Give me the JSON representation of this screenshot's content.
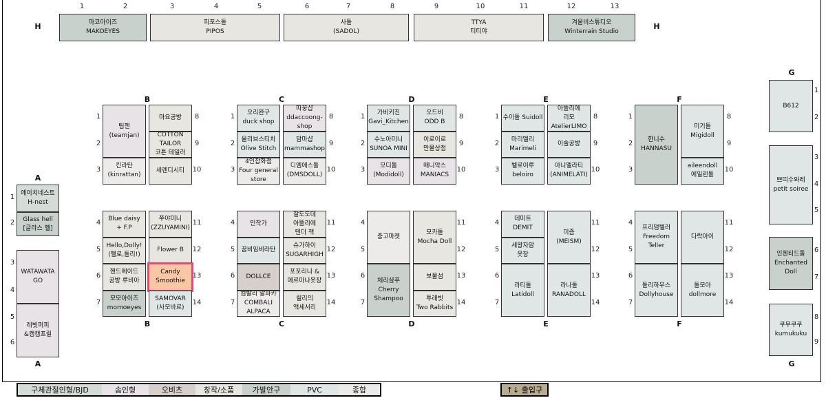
{
  "colors": {
    "bjd": "#d5dcd8",
    "doll": "#e7e3e6",
    "obitsu": "#d6cfcb",
    "creative": "#e8e6e1",
    "part": "#c9d1cc",
    "pvc": "#dfe6e5",
    "general": "#ecebea",
    "entrance": "#b8ac8f",
    "highlight": "#f9c7a3"
  },
  "column_numbers": [
    "1",
    "2",
    "3",
    "4",
    "5",
    "6",
    "7",
    "8",
    "9",
    "10",
    "11",
    "12",
    "13"
  ],
  "top_row": {
    "left_h": "H",
    "right_h": "H",
    "booths": [
      {
        "id": "t1",
        "text": "마코아이즈\nMAKOEYES",
        "cat": "part"
      },
      {
        "id": "t2",
        "text": "피포스돌\nPIPOS",
        "cat": "creative"
      },
      {
        "id": "t3",
        "text": "사돌\n(SADOL)",
        "cat": "creative"
      },
      {
        "id": "t4",
        "text": "TTYA\n티티야",
        "cat": "creative"
      },
      {
        "id": "t5",
        "text": "겨울비스튜디오\nWinterrain Studio",
        "cat": "part"
      }
    ]
  },
  "section_a": {
    "label_top": "A",
    "label_bottom": "A",
    "numbers": [
      "1",
      "2",
      "3",
      "4",
      "5",
      "6"
    ],
    "booths": [
      {
        "id": "a1",
        "text": "에이치네스트\nH-nest",
        "cat": "bjd"
      },
      {
        "id": "a2",
        "text": "Glass hell\n[글라스 헬]",
        "cat": "part"
      },
      {
        "id": "a3",
        "text": "WATAWATA\nGO",
        "cat": "doll"
      },
      {
        "id": "a4",
        "text": "레빗퍼피\n&캠캠프릴",
        "cat": "doll"
      }
    ]
  },
  "section_g": {
    "label_top": "G",
    "label_bottom": "G",
    "numbers": [
      "1",
      "2",
      "3",
      "4",
      "5",
      "6",
      "7",
      "8",
      "9"
    ],
    "booths": [
      {
        "id": "g1",
        "text": "B612",
        "cat": "pvc"
      },
      {
        "id": "g2",
        "text": "쁘띠수와레\npetit soiree",
        "cat": "pvc"
      },
      {
        "id": "g3",
        "text": "인첸티드돌\nEnchanted\nDoll",
        "cat": "part"
      },
      {
        "id": "g4",
        "text": "쿠무쿠쿠\nkumukuku",
        "cat": "pvc"
      }
    ]
  },
  "blocks": [
    {
      "letter": "B",
      "left_top": [
        "1",
        "2",
        "3"
      ],
      "right_top": [
        "8",
        "9",
        "10"
      ],
      "left_bot": [
        "4",
        "5",
        "6",
        "7"
      ],
      "right_bot": [
        "11",
        "12",
        "13",
        "14"
      ],
      "top_left": [
        {
          "text": "팀젠\n(teamjan)",
          "cat": "doll",
          "span": 2
        },
        {
          "text": "킨라탄\n(kinrattan)",
          "cat": "general",
          "span": 1
        }
      ],
      "top_right": [
        {
          "text": "마요공방",
          "cat": "creative",
          "span": 1
        },
        {
          "text": "COTTON\nTAILOR\n코튼 테일러",
          "cat": "creative",
          "span": 1
        },
        {
          "text": "세렌디시티",
          "cat": "creative",
          "span": 1
        }
      ],
      "bot_left": [
        {
          "text": "Blue daisy\n+ F.P",
          "cat": "creative",
          "span": 1
        },
        {
          "text": "Hello,Dolly!\n(헬로,돌리!)",
          "cat": "creative",
          "span": 1
        },
        {
          "text": "핸드메이드\n공방 루비아",
          "cat": "creative",
          "span": 1
        },
        {
          "text": "모모아이즈\nmomoeyes",
          "cat": "part",
          "span": 1
        }
      ],
      "bot_right": [
        {
          "text": "쭈야미니\n(ZZUYAMINI)",
          "cat": "creative",
          "span": 1
        },
        {
          "text": "Flower B",
          "cat": "creative",
          "span": 1
        },
        {
          "text": "Candy\nSmoothie",
          "cat": "highlight",
          "span": 1,
          "hl": true
        },
        {
          "text": "SAMOVAR\n(사모바르)",
          "cat": "pvc",
          "span": 1
        }
      ]
    },
    {
      "letter": "C",
      "left_top": [
        "1",
        "2",
        "3"
      ],
      "right_top": [
        "8",
        "9",
        "10"
      ],
      "left_bot": [
        "4",
        "5",
        "6",
        "7"
      ],
      "right_bot": [
        "11",
        "12",
        "13",
        "14"
      ],
      "top_left": [
        {
          "text": "오리완구\nduck shop",
          "cat": "pvc",
          "span": 1
        },
        {
          "text": "올리브스티치\nOlive Stitch",
          "cat": "pvc",
          "span": 1
        },
        {
          "text": "4인잡화점\nFour general\nstore",
          "cat": "general",
          "span": 1
        }
      ],
      "top_right": [
        {
          "text": "따꿍샵\nddaccoong-\nshop",
          "cat": "doll",
          "span": 1
        },
        {
          "text": "맘마샵\nmammashop",
          "cat": "pvc",
          "span": 1
        },
        {
          "text": "디엠에스돌\n(DMSDOLL)",
          "cat": "general",
          "span": 1
        }
      ],
      "bot_left": [
        {
          "text": "민작가",
          "cat": "doll",
          "span": 1
        },
        {
          "text": "꿈비임비라탄",
          "cat": "pvc",
          "span": 1
        },
        {
          "text": "DOLLCE",
          "cat": "obitsu",
          "span": 1
        },
        {
          "text": "컴발리 알파카\nCOMBALI\nALPACA",
          "cat": "general",
          "span": 1
        }
      ],
      "bot_right": [
        {
          "text": "잘도도데\n아뜰리에\n텐더 잭",
          "cat": "creative",
          "span": 1
        },
        {
          "text": "슈가하이\nSUGARHIGH",
          "cat": "creative",
          "span": 1
        },
        {
          "text": "포포리나 &\n에르마나옷장",
          "cat": "creative",
          "span": 1
        },
        {
          "text": "릴리의\n액세서리",
          "cat": "creative",
          "span": 1
        }
      ]
    },
    {
      "letter": "D",
      "left_top": [
        "1",
        "2",
        "3"
      ],
      "right_top": [
        "8",
        "9",
        "10"
      ],
      "left_bot": [
        "4",
        "5",
        "6",
        "7"
      ],
      "right_bot": [
        "11",
        "12",
        "13",
        "14"
      ],
      "top_left": [
        {
          "text": "가비키친\nGavi_Kitchen",
          "cat": "pvc",
          "span": 1
        },
        {
          "text": "수노아미니\nSUNOA MINI",
          "cat": "pvc",
          "span": 1
        },
        {
          "text": "모디돌\n(Modidoll)",
          "cat": "doll",
          "span": 1
        }
      ],
      "top_right": [
        {
          "text": "오드비\nODD B",
          "cat": "pvc",
          "span": 1
        },
        {
          "text": "이로이로\n만물상점",
          "cat": "creative",
          "span": 1
        },
        {
          "text": "매니악스\nMANIACS",
          "cat": "doll",
          "span": 1
        }
      ],
      "bot_left": [
        {
          "text": "중고마켓",
          "cat": "general",
          "span": 2
        },
        {
          "text": "체리샴푸\nCherry\nShampoo",
          "cat": "part",
          "span": 2
        }
      ],
      "bot_right": [
        {
          "text": "모카돌\nMocha Doll",
          "cat": "creative",
          "span": 2
        },
        {
          "text": "보물섬",
          "cat": "creative",
          "span": 1
        },
        {
          "text": "투래빗\nTwo Rabbits",
          "cat": "creative",
          "span": 1
        }
      ]
    },
    {
      "letter": "E",
      "left_top": [
        "1",
        "2",
        "3"
      ],
      "right_top": [
        "8",
        "9",
        "10"
      ],
      "left_bot": [
        "4",
        "5",
        "6",
        "7"
      ],
      "right_bot": [
        "11",
        "12",
        "13",
        "14"
      ],
      "top_left": [
        {
          "text": "수이돌 Suidoll",
          "cat": "pvc",
          "span": 1
        },
        {
          "text": "마리멜리\nMarimeli",
          "cat": "pvc",
          "span": 1
        },
        {
          "text": "벨로이루\nbeloiro",
          "cat": "pvc",
          "span": 1
        }
      ],
      "top_right": [
        {
          "text": "아뜰리에\n리모\nAtelierLIMO",
          "cat": "pvc",
          "span": 1
        },
        {
          "text": "이솔공방",
          "cat": "pvc",
          "span": 1
        },
        {
          "text": "아니멜라티\n(ANIMELATI)",
          "cat": "pvc",
          "span": 1
        }
      ],
      "bot_left": [
        {
          "text": "데미트\nDEMIT",
          "cat": "pvc",
          "span": 1
        },
        {
          "text": "세왕자맘\n옷장",
          "cat": "pvc",
          "span": 1
        },
        {
          "text": "라티돌\nLatidoll",
          "cat": "pvc",
          "span": 2
        }
      ],
      "bot_right": [
        {
          "text": "미즘\n(MEISM)",
          "cat": "pvc",
          "span": 2
        },
        {
          "text": "라나돌\nRANADOLL",
          "cat": "pvc",
          "span": 2
        }
      ]
    },
    {
      "letter": "F",
      "left_top": [
        "1",
        "2",
        "3"
      ],
      "right_top": [
        "8",
        "9",
        "10"
      ],
      "left_bot": [
        "4",
        "5",
        "6",
        "7"
      ],
      "right_bot": [
        "11",
        "12",
        "13",
        "14"
      ],
      "top_left": [
        {
          "text": "한니수\nHANNASU",
          "cat": "part",
          "span": 3
        }
      ],
      "top_right": [
        {
          "text": "미기돌\nMigidoll",
          "cat": "pvc",
          "span": 2
        },
        {
          "text": "aileendoll\n에일린돌",
          "cat": "pvc",
          "span": 1
        }
      ],
      "bot_left": [
        {
          "text": "프리덤텔러\nFreedom\nTeller",
          "cat": "pvc",
          "span": 2
        },
        {
          "text": "돌리하우스\nDollyhouse",
          "cat": "pvc",
          "span": 2
        }
      ],
      "bot_right": [
        {
          "text": "다락아이",
          "cat": "pvc",
          "span": 2
        },
        {
          "text": "돌모아\ndollmore",
          "cat": "pvc",
          "span": 2
        }
      ]
    }
  ],
  "legend": [
    {
      "label": "구체관절인형/BJD",
      "cat": "bjd"
    },
    {
      "label": "솜인형",
      "cat": "doll"
    },
    {
      "label": "오비츠",
      "cat": "obitsu"
    },
    {
      "label": "창작/소품",
      "cat": "creative"
    },
    {
      "label": "가발안구",
      "cat": "part"
    },
    {
      "label": "PVC",
      "cat": "pvc"
    },
    {
      "label": "종합",
      "cat": "general"
    }
  ],
  "entrance": "↑↓ 출입구"
}
